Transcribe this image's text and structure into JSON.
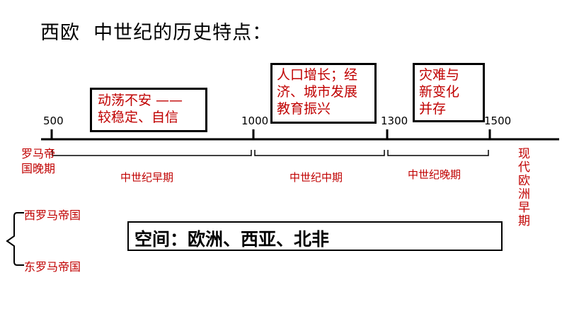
{
  "title": "西欧  中世纪的历史特点：",
  "timeline": {
    "ticks": [
      "500",
      "1000",
      "1300",
      "1500"
    ],
    "periods": [
      "中世纪早期",
      "中世纪中期",
      "中世纪晚期"
    ],
    "before": "罗马帝国晚期",
    "after": "现代欧洲早期"
  },
  "boxes": {
    "early": [
      "动荡不安  ——",
      "较稳定、自信"
    ],
    "middle": [
      "人口增长；经",
      "济、城市发展",
      "教育振兴"
    ],
    "late": [
      "灾难与",
      "新变化",
      "并存"
    ]
  },
  "empires": {
    "west": "西罗马帝国",
    "east": "东罗马帝国"
  },
  "space": "空间：欧洲、西亚、北非",
  "colors": {
    "accent_red": "#c00000",
    "line": "#000000"
  }
}
